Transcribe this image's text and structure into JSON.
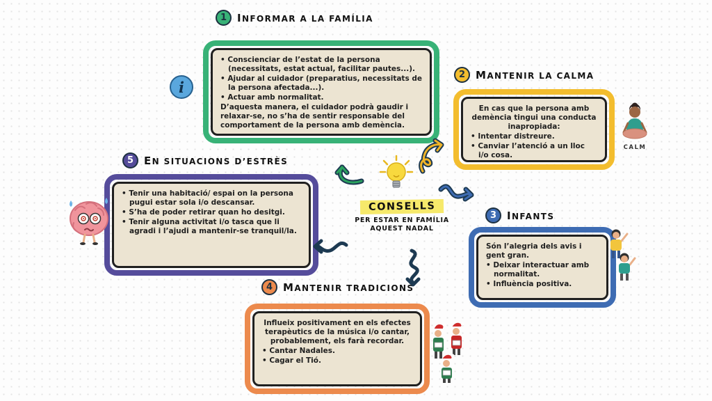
{
  "center": {
    "title": "CONSELLS",
    "subtitle_line1": "PER ESTAR EN FAMÍLIA",
    "subtitle_line2": "AQUEST NADAL",
    "highlight_color": "#f6e96b"
  },
  "info_icon": {
    "glyph": "i",
    "color": "#5aa7dd"
  },
  "sections": [
    {
      "number": "1",
      "title": "INFORMAR A LA FAMÍLIA",
      "color": "#38b277",
      "lines": [
        {
          "bullet": true,
          "text": "Conscienciar de l’estat de la persona (necessitats, estat actual, facilitar pautes...)."
        },
        {
          "bullet": true,
          "text": "Ajudar al cuidador (preparatius, necessitats de la persona afectada...)."
        },
        {
          "bullet": true,
          "text": "Actuar amb normalitat."
        },
        {
          "bullet": false,
          "text": "D’aquesta manera, el cuidador podrà gaudir i relaxar-se, no s’ha de sentir responsable del comportament de la persona amb demència."
        }
      ]
    },
    {
      "number": "2",
      "title": "MANTENIR LA CALMA",
      "color": "#f3bd2e",
      "lines": [
        {
          "bullet": false,
          "text": "En cas que la persona amb demència tingui una conducta inapropiada:"
        },
        {
          "bullet": true,
          "text": "Intentar distreure."
        },
        {
          "bullet": true,
          "text": "Canviar l’atenció a un lloc i/o cosa."
        }
      ]
    },
    {
      "number": "3",
      "title": "INFANTS",
      "color": "#3e6cb3",
      "lines": [
        {
          "bullet": false,
          "text": "Són l’alegria dels avis i gent gran."
        },
        {
          "bullet": true,
          "text": "Deixar interactuar amb normalitat."
        },
        {
          "bullet": true,
          "text": "Influència positiva."
        }
      ]
    },
    {
      "number": "4",
      "title": "MANTENIR TRADICIONS",
      "color": "#ec8a4d",
      "lines": [
        {
          "bullet": false,
          "text": "Influeix positivament en els efectes terapèutics de la música i/o cantar, probablement, els farà recordar."
        },
        {
          "bullet": true,
          "text": "Cantar Nadales."
        },
        {
          "bullet": true,
          "text": "Cagar el Tió."
        }
      ]
    },
    {
      "number": "5",
      "title": "EN SITUACIONS D’ESTRÈS",
      "color": "#554c9b",
      "lines": [
        {
          "bullet": true,
          "text": "Tenir una habitació/ espai on la persona pugui estar sola i/o descansar."
        },
        {
          "bullet": true,
          "text": "S’ha de poder retirar quan ho desitgi."
        },
        {
          "bullet": true,
          "text": "Tenir alguna activitat i/o tasca que li agradi i l’ajudi a mantenir-se tranquil/la."
        }
      ]
    }
  ],
  "illustrations": {
    "calm_label": "CALM"
  }
}
